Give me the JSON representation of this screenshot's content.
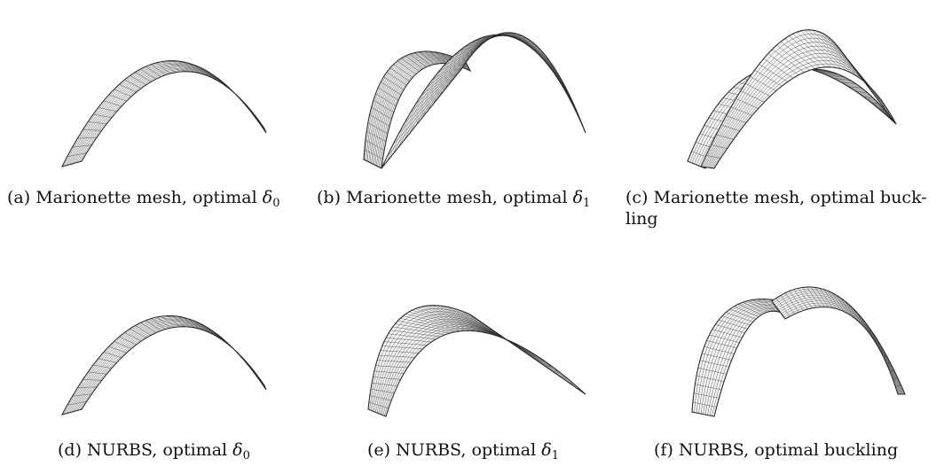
{
  "figure": {
    "panels": [
      {
        "id": "a",
        "tag": "(a)",
        "text": "Marionette mesh, optimal ",
        "sym": "δ",
        "sub": "0"
      },
      {
        "id": "b",
        "tag": "(b)",
        "text": "Marionette mesh, optimal ",
        "sym": "δ",
        "sub": "1"
      },
      {
        "id": "c",
        "tag": "(c)",
        "text": "Marionette mesh, optimal buck-ling",
        "sym": "",
        "sub": ""
      },
      {
        "id": "d",
        "tag": "(d)",
        "text": "NURBS, optimal ",
        "sym": "δ",
        "sub": "0"
      },
      {
        "id": "e",
        "tag": "(e)",
        "text": "NURBS, optimal ",
        "sym": "δ",
        "sub": "1"
      },
      {
        "id": "f",
        "tag": "(f)",
        "text": "NURBS, optimal buckling",
        "sym": "",
        "sub": ""
      }
    ]
  },
  "style": {
    "mesh_color": "#2a2a2a",
    "fill_color": "#f4f4f4"
  }
}
